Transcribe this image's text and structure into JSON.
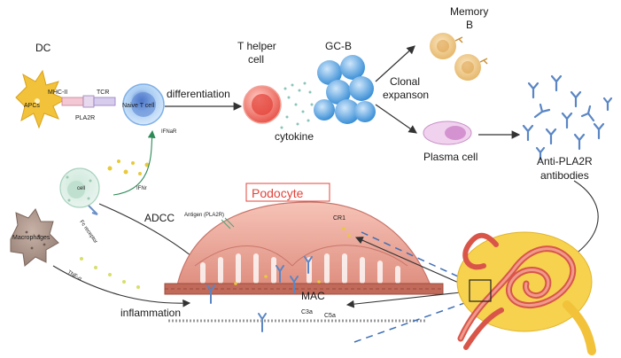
{
  "labels": {
    "dc": "DC",
    "apcs": "APCs",
    "mhc": "MHC-II",
    "tcr": "TCR",
    "pla2r": "PLA2R",
    "naive_t": "Naive T cell",
    "differentiation": "differentiation",
    "t_helper_1": "T helper",
    "t_helper_2": "cell",
    "cytokine": "cytokine",
    "gcb": "GC-B",
    "memory_1": "Memory",
    "memory_2": "B",
    "clonal_1": "Clonal",
    "clonal_2": "expanson",
    "plasma": "Plasma cell",
    "anti_1": "Anti-PLA2R",
    "anti_2": "antibodies",
    "nk": "cell",
    "fc": "Fc receptor",
    "ifn": "IFNr",
    "ifnr": "IFNaR",
    "podocyte": "Podocyte",
    "antigen": "Antigen  (PLA2R)",
    "adcc": "ADCC",
    "cr1": "CR1",
    "macrophages": "Macrophages",
    "tnf": "TNF-α",
    "inflammation": "inflammation",
    "mac": "MAC",
    "c3a": "C3a",
    "c5a": "C5a"
  },
  "colors": {
    "dc": "#f2c23a",
    "naive_t": "#6fa5e0",
    "t_helper": "#e8574d",
    "gcb": "#4aa3dc",
    "memory_b": "#eec98a",
    "plasma": "#d9a3d8",
    "antibody": "#5a86c5",
    "podocyte": "#e9a79a",
    "podocyte_title": "#e0443b",
    "kidney": "#f4c842",
    "vessel": "#d9554a",
    "arrow": "#333333",
    "dashed": "#3f6fb5"
  }
}
